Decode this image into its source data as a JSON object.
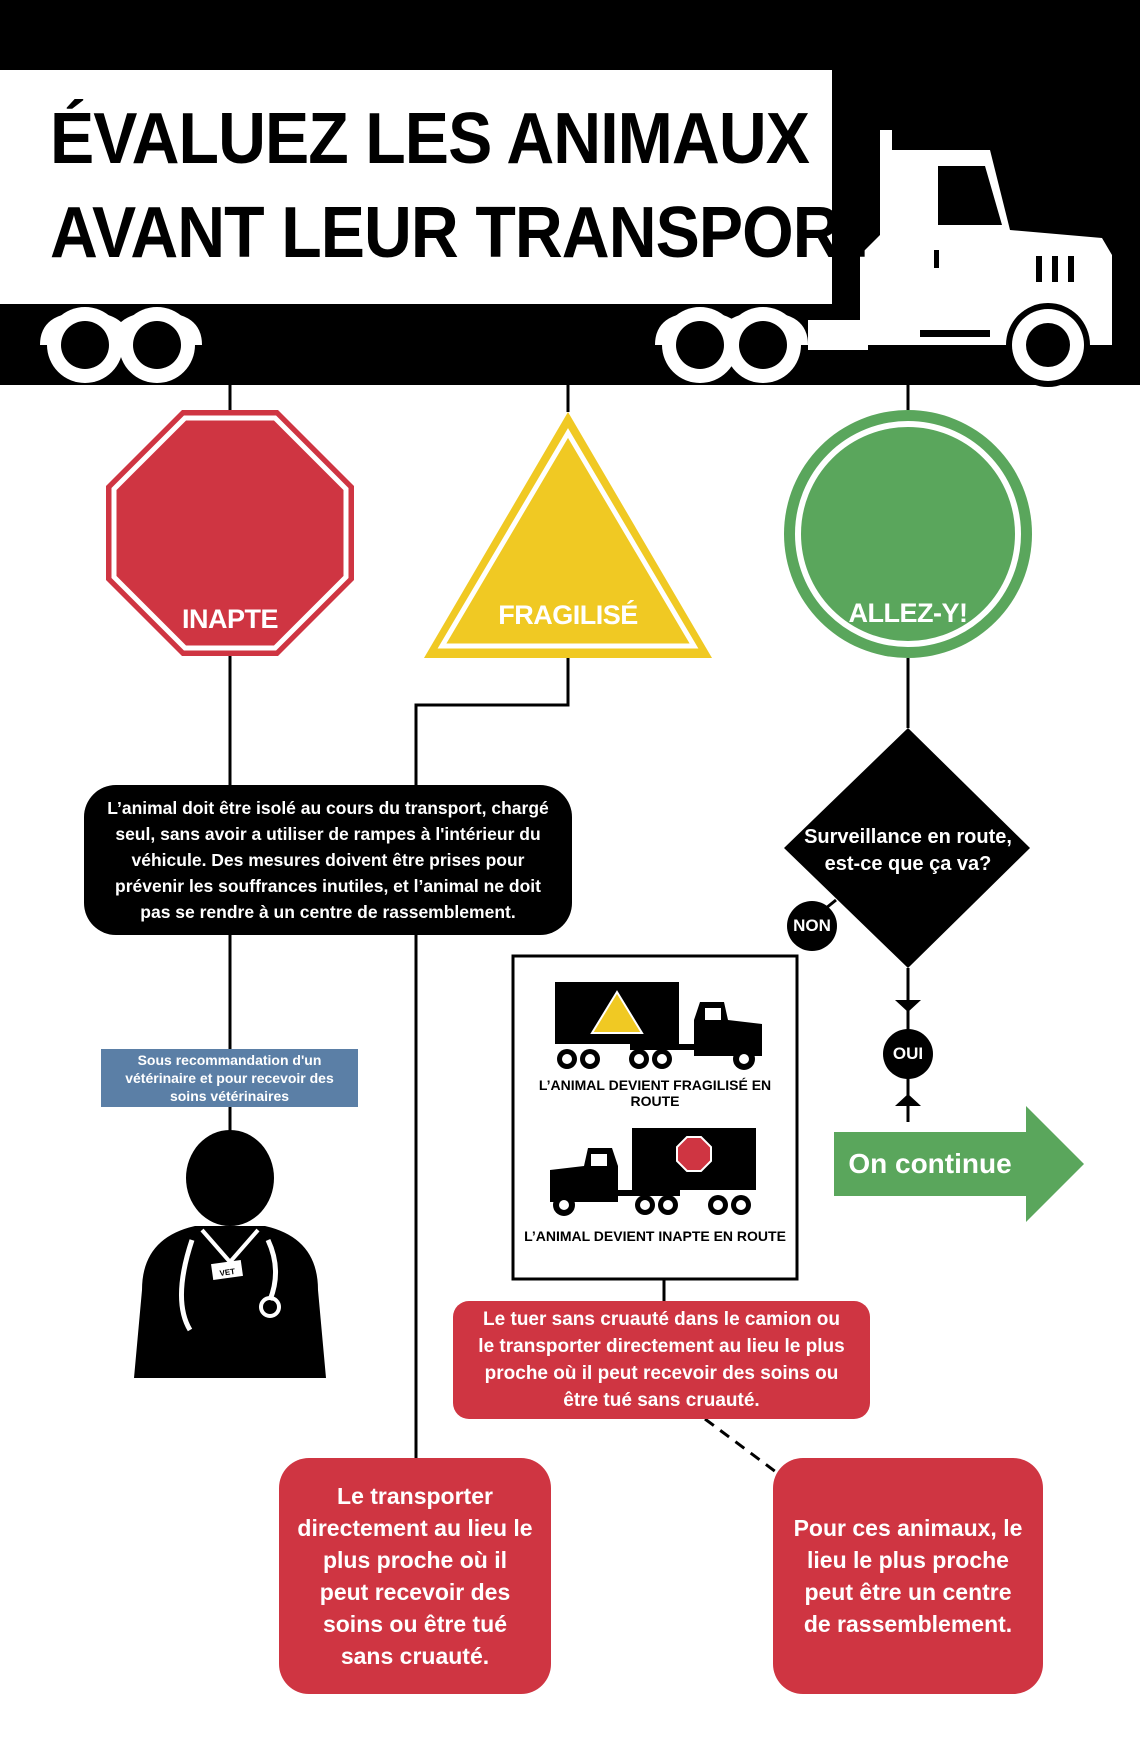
{
  "title": {
    "line1": "ÉVALUEZ LES ANIMAUX",
    "line2": "AVANT LEUR TRANSPORT"
  },
  "signs": {
    "stop": {
      "label": "INAPTE",
      "color": "#cf3542"
    },
    "warning": {
      "label": "FRAGILISÉ",
      "color": "#f0c923"
    },
    "go": {
      "label": "ALLEZ-Y!",
      "color": "#5aa65c"
    }
  },
  "isolation_box": {
    "text": "L’animal doit être isolé au cours du transport, chargé seul, sans avoir a utiliser de rampes à l'intérieur du véhicule. Des mesures doivent être prises pour prévenir les souffrances inutiles, et l’animal ne doit pas se rendre à un centre de rassemblement."
  },
  "vet_note": {
    "text": "Sous recommandation d'un vétérinaire et pour recevoir des soins vétérinaires",
    "color": "#5b7fa6"
  },
  "vet_badge": "VET",
  "decision": {
    "question": "Surveillance en route, est-ce que ça va?",
    "no_label": "NON",
    "yes_label": "OUI"
  },
  "continue_arrow": {
    "label": "On continue",
    "color": "#5aa65c"
  },
  "enroute_panel": {
    "caption_fragile": "L’ANIMAL DEVIENT FRAGILISÉ EN ROUTE",
    "caption_unfit": "L’ANIMAL DEVIENT INAPTE EN ROUTE"
  },
  "kill_box": {
    "text": "Le tuer sans cruauté dans le camion ou le transporter directement au lieu le plus proche où il peut recevoir des soins ou être tué sans cruauté."
  },
  "transport_box": {
    "text": "Le transporter directement au lieu le plus proche où il peut recevoir des soins ou être tué sans cruauté."
  },
  "assembly_box": {
    "text": "Pour ces animaux, le lieu le plus proche peut être un centre de rassemblement."
  },
  "colors": {
    "red": "#cf3542",
    "black": "#000000",
    "white": "#ffffff"
  }
}
